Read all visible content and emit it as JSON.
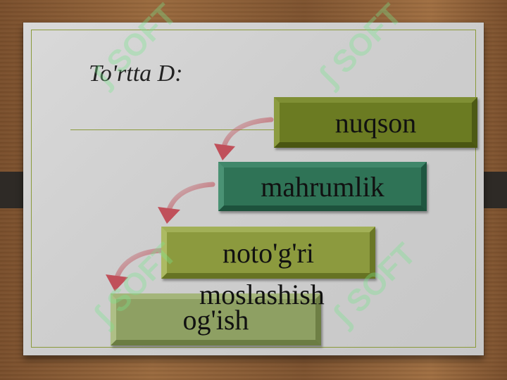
{
  "slide": {
    "title": "To'rtta D:",
    "boxes": [
      {
        "label": "nuqson",
        "color": "#6b7b22"
      },
      {
        "label": "mahrumlik",
        "color": "#2f7356"
      },
      {
        "label": "noto'g'ri",
        "color": "#8c9a3e"
      },
      {
        "label": "og'ish",
        "color": "#8ea063"
      }
    ],
    "extra_label": "moslashish",
    "arrow_color": "#c0505a",
    "frame_color": "#8a9a3a"
  },
  "watermark": {
    "text": "SOFT",
    "color": "#78e68c"
  }
}
